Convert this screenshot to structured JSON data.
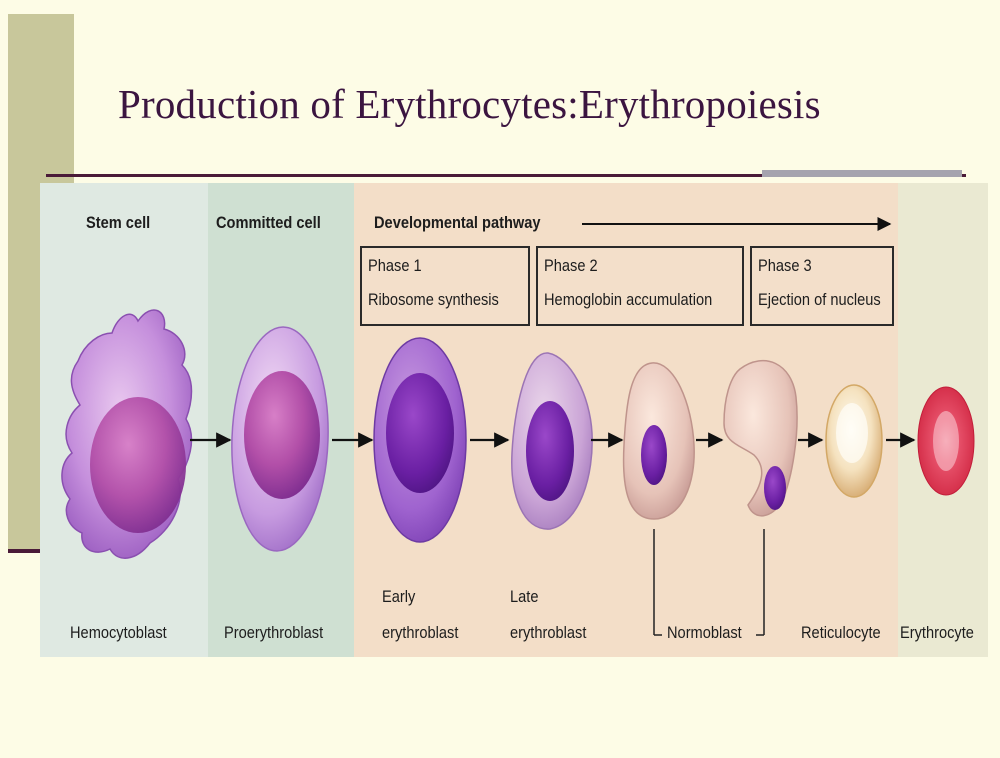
{
  "slide": {
    "title": "Production of Erythrocytes:Erythropoiesis"
  },
  "colors": {
    "background": "#fdfce6",
    "sidebar": "#c8c79b",
    "title_text": "#3b1540",
    "stem_zone": "#dfe9e2",
    "committed_zone": "#cfe0d2",
    "developmental_zone": "#f3dec8",
    "erythrocyte_zone": "#eae9d2"
  },
  "figure": {
    "headers": {
      "stem": "Stem cell",
      "committed": "Committed cell",
      "developmental": "Developmental pathway"
    },
    "phases": [
      {
        "name": "Phase 1",
        "desc": "Ribosome synthesis"
      },
      {
        "name": "Phase 2",
        "desc": "Hemoglobin accumulation"
      },
      {
        "name": "Phase 3",
        "desc": "Ejection of nucleus"
      }
    ],
    "cells": {
      "hemocytoblast": "Hemocytoblast",
      "proerythroblast": "Proerythroblast",
      "early_line1": "Early",
      "early_line2": "erythroblast",
      "late_line1": "Late",
      "late_line2": "erythroblast",
      "normoblast": "Normoblast",
      "reticulocyte": "Reticulocyte",
      "erythrocyte": "Erythrocyte"
    }
  }
}
